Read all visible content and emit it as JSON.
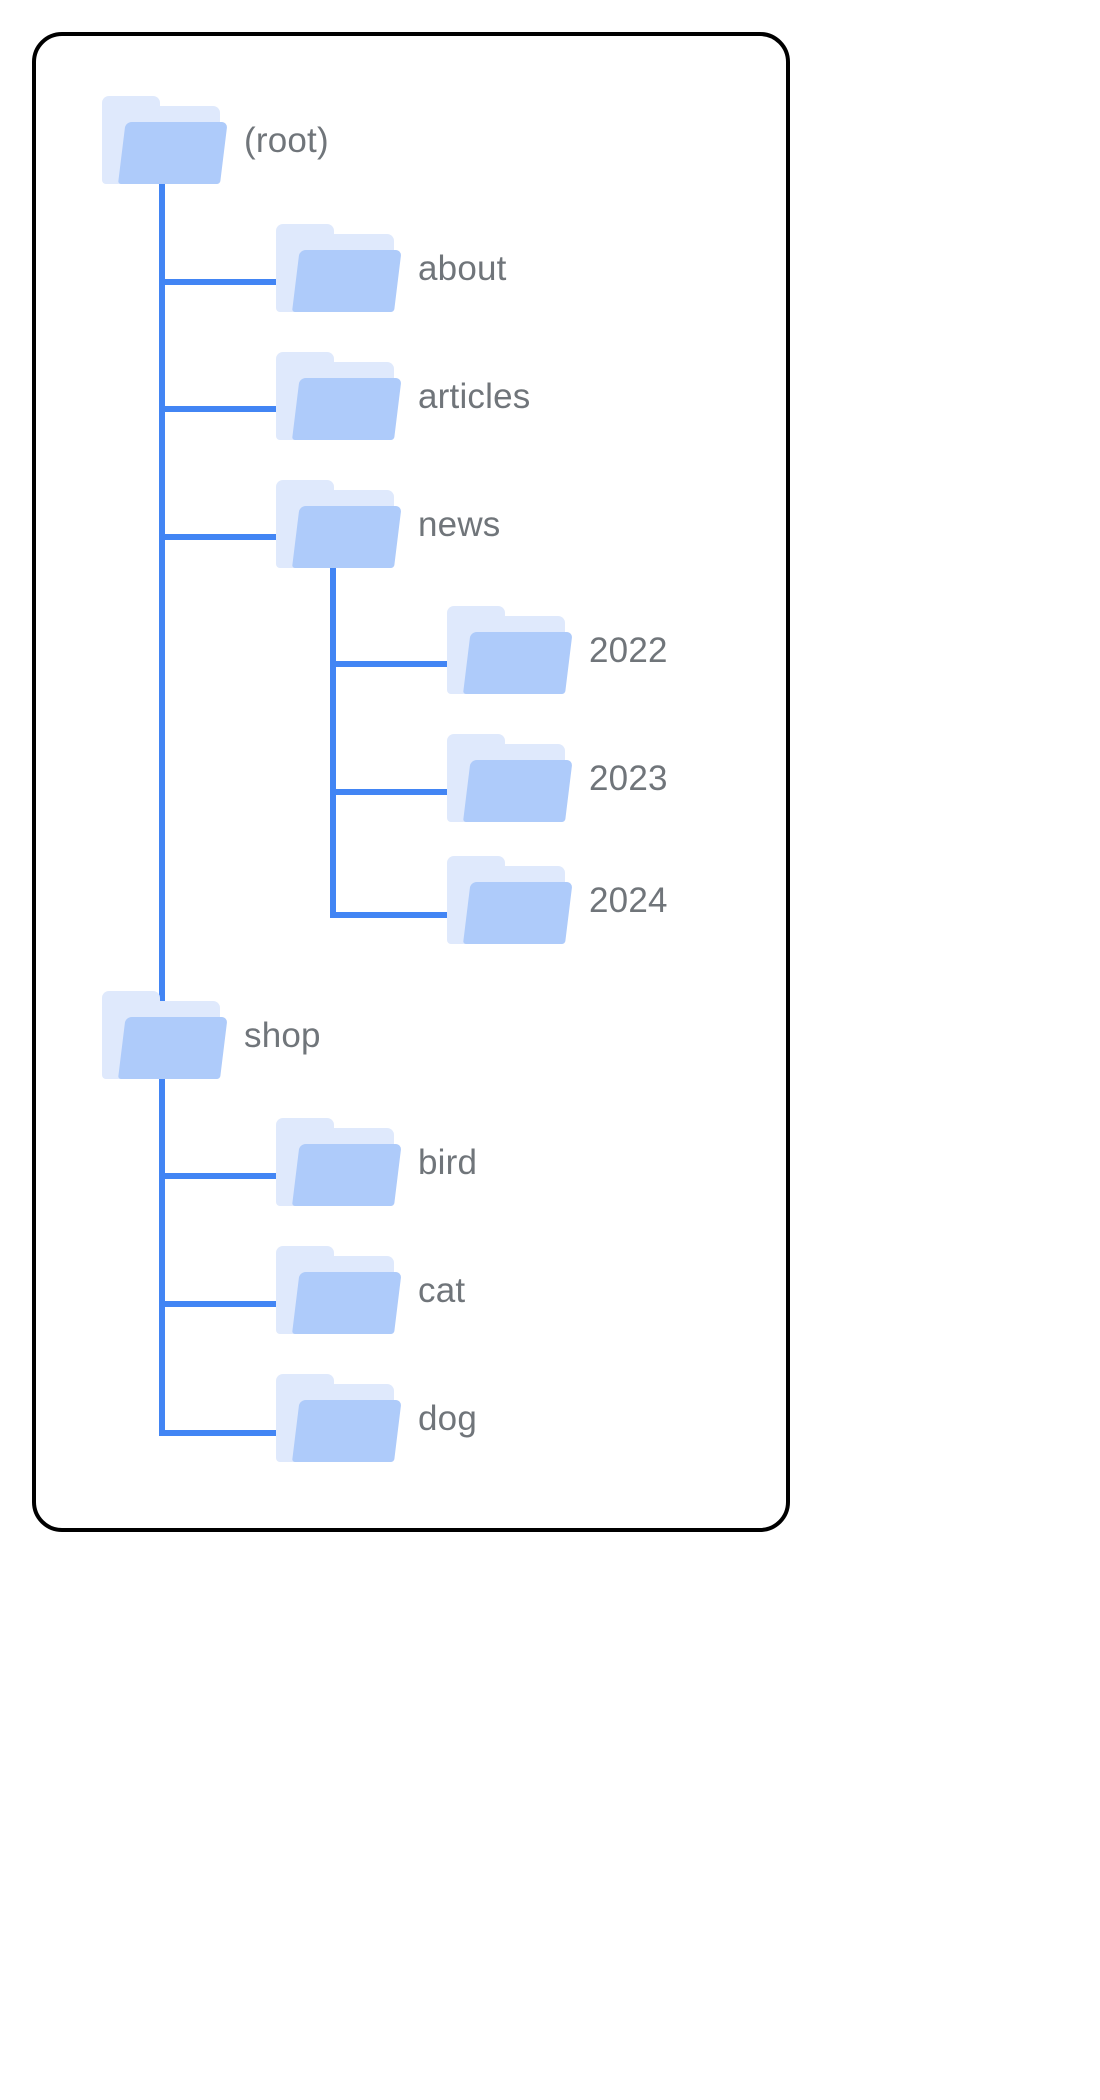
{
  "diagram": {
    "type": "folder-tree",
    "title": "",
    "colors": {
      "card_border": "#000000",
      "connector": "#4285f4",
      "folder_front": "#aecbfa",
      "folder_back": "#dfe9fc",
      "label_text": "#70757a",
      "background": "#ffffff"
    },
    "nodes": [
      {
        "id": "root",
        "label": "(root)",
        "depth": 0,
        "icon": "folder-icon"
      },
      {
        "id": "about",
        "label": "about",
        "depth": 1,
        "icon": "folder-icon"
      },
      {
        "id": "articles",
        "label": "articles",
        "depth": 1,
        "icon": "folder-icon"
      },
      {
        "id": "news",
        "label": "news",
        "depth": 1,
        "icon": "folder-icon"
      },
      {
        "id": "2022",
        "label": "2022",
        "depth": 2,
        "icon": "folder-icon"
      },
      {
        "id": "2023",
        "label": "2023",
        "depth": 2,
        "icon": "folder-icon"
      },
      {
        "id": "2024",
        "label": "2024",
        "depth": 2,
        "icon": "folder-icon"
      },
      {
        "id": "shop",
        "label": "shop",
        "depth": 0,
        "icon": "folder-icon"
      },
      {
        "id": "bird",
        "label": "bird",
        "depth": 1,
        "icon": "folder-icon"
      },
      {
        "id": "cat",
        "label": "cat",
        "depth": 1,
        "icon": "folder-icon"
      },
      {
        "id": "dog",
        "label": "dog",
        "depth": 1,
        "icon": "folder-icon"
      }
    ]
  }
}
